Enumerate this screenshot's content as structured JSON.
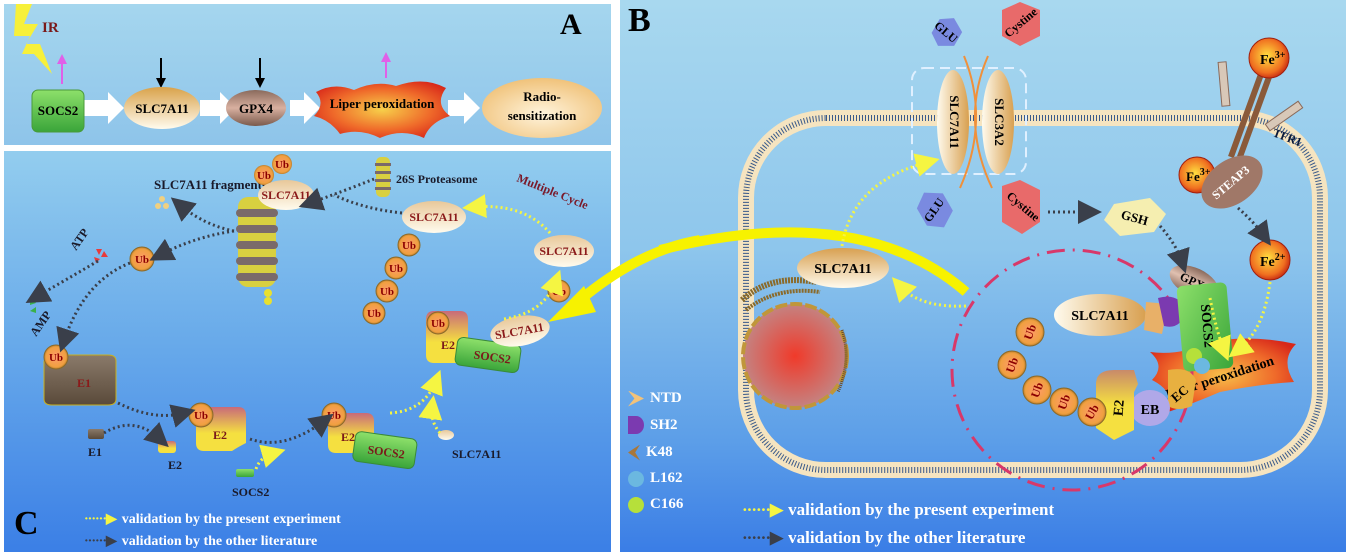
{
  "panels": {
    "A": {
      "letter": "A",
      "stimulus": "IR",
      "nodes": [
        {
          "label": "SOCS2",
          "change": "up"
        },
        {
          "label": "SLC7A11",
          "change": "down"
        },
        {
          "label": "GPX4",
          "change": "down"
        },
        {
          "label": "Liper peroxidation",
          "change": "up"
        },
        {
          "label_line1": "Radio-",
          "label_line2": "sensitization"
        }
      ]
    },
    "B": {
      "letter": "B",
      "transporter": {
        "subunit1": "SLC7A11",
        "subunit2": "SLC3A2"
      },
      "molecules": {
        "glu_out": "GLU",
        "glu_in": "GLU",
        "cystine_out": "Cystine",
        "cystine_in": "Cystine",
        "gsh": "GSH",
        "gpx4": "GPX4",
        "tfr1": "TFR1",
        "steap3": "STEAP3",
        "fe3_out": "Fe",
        "fe3_out_sup": "3+",
        "fe3_in": "Fe",
        "fe3_in_sup": "3+",
        "fe2": "Fe",
        "fe2_sup": "2+",
        "slc7a11_free": "SLC7A11",
        "lipid_perox": "Liper peroxidation"
      },
      "complex": {
        "substrate": "SLC7A11",
        "ligase": "SOCS2",
        "ub_chain": [
          "Ub",
          "Ub",
          "Ub",
          "Ub",
          "Ub"
        ],
        "e2": "E2",
        "eb": "EB",
        "ec": "EC"
      },
      "key": [
        {
          "label": "NTD",
          "color": "#f2c27a"
        },
        {
          "label": "SH2",
          "color": "#7b3ab0"
        },
        {
          "label": "K48",
          "color": "#a8773a"
        },
        {
          "label": "L162",
          "color": "#6bb8e0"
        },
        {
          "label": "C166",
          "color": "#b6e03a"
        }
      ],
      "legend": [
        {
          "label": "validation by the present experiment",
          "color": "#f5f542"
        },
        {
          "label": "validation by the other literature",
          "color": "#3a3f4a"
        }
      ]
    },
    "C": {
      "letter": "C",
      "labels": {
        "fragments": "SLC7A11 fragments",
        "proteasome": "26S Proteasome",
        "multiple_cycle": "Multiple Cycle",
        "atp": "ATP",
        "amp": "AMP",
        "ub": "Ub",
        "e1": "E1",
        "e2": "E2",
        "socs2": "SOCS2",
        "slc7a11": "SLC7A11"
      },
      "legend": [
        {
          "label": "validation by the present experiment",
          "color": "#f5f542"
        },
        {
          "label": "validation by the other literature",
          "color": "#3a3f4a"
        }
      ]
    }
  },
  "colors": {
    "ub_fill": "#f0a040",
    "ub_text": "#8b0000",
    "socs2_green": "#5cc04a",
    "slc7a11_cream": "#f5e6c8",
    "yellow_arrow": "#f7f200",
    "dashed_circle": "#d8386a"
  }
}
